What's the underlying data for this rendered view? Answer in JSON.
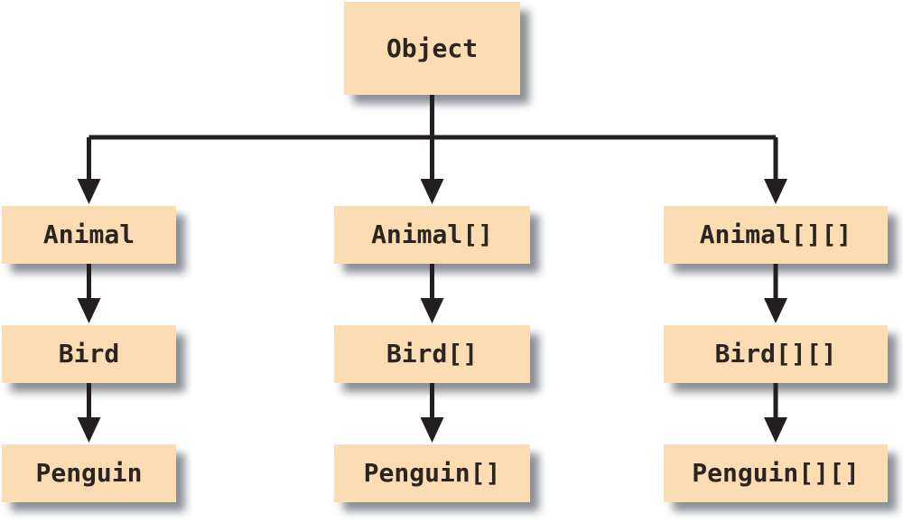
{
  "diagram": {
    "root": {
      "label": "Object"
    },
    "columns": [
      {
        "nodes": [
          "Animal",
          "Bird",
          "Penguin"
        ]
      },
      {
        "nodes": [
          "Animal[]",
          "Bird[]",
          "Penguin[]"
        ]
      },
      {
        "nodes": [
          "Animal[][]",
          "Bird[][]",
          "Penguin[][]"
        ]
      }
    ],
    "colors": {
      "background": "#ffffff",
      "box_fill": "#fbdcb3",
      "box_text": "#2b2421",
      "line": "#231f20",
      "shadow": "#8b9097"
    }
  }
}
